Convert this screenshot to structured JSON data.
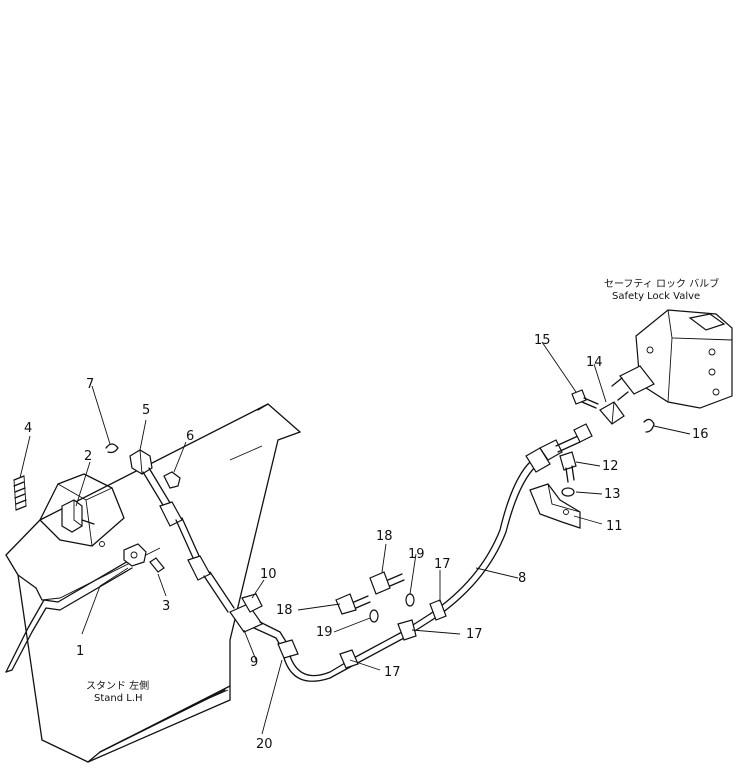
{
  "callouts": [
    "1",
    "2",
    "3",
    "4",
    "5",
    "6",
    "7",
    "8",
    "9",
    "10",
    "11",
    "12",
    "13",
    "14",
    "15",
    "16",
    "17",
    "17",
    "17",
    "18",
    "18",
    "19",
    "19",
    "20"
  ],
  "labels": {
    "valve_jp": "セーフティ ロック バルブ",
    "valve_en": "Safety Lock Valve",
    "stand_jp": "スタンド 左側",
    "stand_en": "Stand L.H"
  }
}
